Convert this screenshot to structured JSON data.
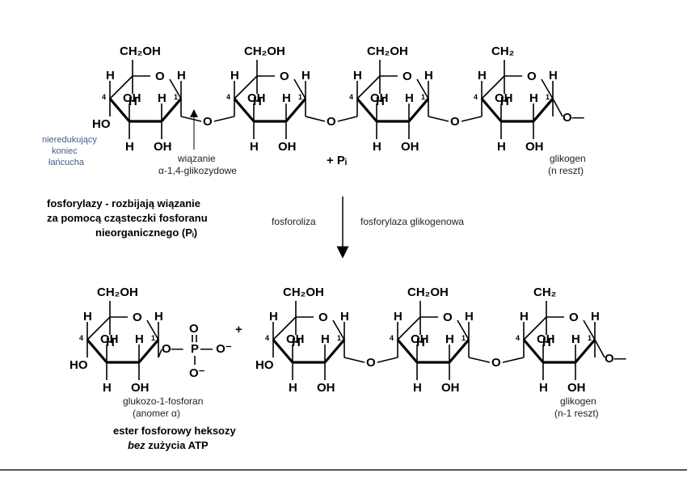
{
  "atoms": {
    "ch2oh": "CH₂OH",
    "ch2": "CH₂",
    "o": "O",
    "h": "H",
    "oh": "OH",
    "ho": "HO",
    "c1": "1",
    "c4": "4",
    "o_dash": "O—",
    "phosphorus": "P",
    "o_minus": "O⁻",
    "dash_o_minus": "— O⁻"
  },
  "top": {
    "nonreducing_end": [
      "nieredukujący",
      "koniec",
      "łańcucha"
    ],
    "bond_label": [
      "wiązanie",
      "α-1,4-glikozydowe"
    ],
    "plus_pi": "+ Pᵢ",
    "glycogen": [
      "glikogen",
      "(n reszt)"
    ]
  },
  "middle": {
    "phosphorylases_note": [
      "fosforylazy - rozbijają wiązanie",
      "za pomocą cząsteczki fosforanu",
      "nieorganicznego (Pᵢ)"
    ],
    "phosphorolysis": "fosforoliza",
    "enzyme": "fosforylaza glikogenowa"
  },
  "bottom": {
    "plus": "+",
    "g1p_name": [
      "glukozo-1-fosforan",
      "(anomer α)"
    ],
    "ester_note_1": "ester fosforowy heksozy",
    "ester_note_2_italic": "bez",
    "ester_note_2_rest": " zużycia ATP",
    "glycogen": [
      "glikogen",
      "(n-1 reszt)"
    ]
  }
}
